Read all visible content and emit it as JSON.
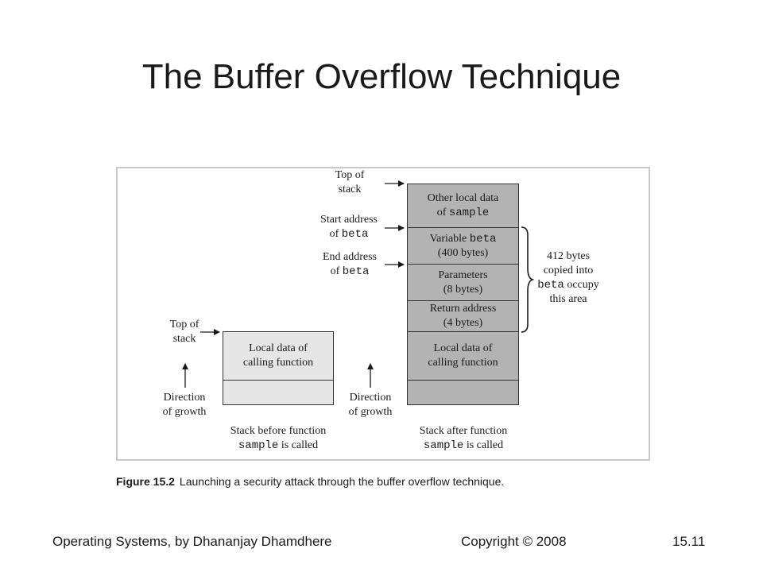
{
  "slide": {
    "title": "The Buffer Overflow Technique"
  },
  "figure": {
    "before": {
      "top_of_stack": [
        "Top of",
        "stack"
      ],
      "cells": [
        {
          "lines": [
            "Local data of",
            "calling function"
          ]
        },
        {
          "lines": [
            ""
          ]
        }
      ],
      "direction": [
        "Direction",
        "of growth"
      ],
      "caption_line1": "Stack before function",
      "caption_mono": "sample",
      "caption_rest": " is called"
    },
    "after": {
      "top_of_stack": [
        "Top of",
        "stack"
      ],
      "start_address": {
        "line1": "Start address",
        "prefix": "of ",
        "mono": "beta"
      },
      "end_address": {
        "line1": "End address",
        "prefix": "of ",
        "mono": "beta"
      },
      "cells": [
        {
          "line1": "Other local data",
          "line2_prefix": "of ",
          "line2_mono": "sample"
        },
        {
          "line1_prefix": "Variable ",
          "line1_mono": "beta",
          "line2": "(400 bytes)"
        },
        {
          "line1": "Parameters",
          "line2": "(8 bytes)"
        },
        {
          "line1": "Return address",
          "line2": "(4 bytes)"
        },
        {
          "line1": "Local data of",
          "line2": "calling function"
        },
        {
          "line1": "",
          "line2": ""
        }
      ],
      "brace_note": {
        "line1": "412 bytes",
        "line2": "copied into",
        "line3_mono": "beta",
        "line3_rest": " occupy",
        "line4": "this area"
      },
      "direction": [
        "Direction",
        "of growth"
      ],
      "caption_line1": "Stack after function",
      "caption_mono": "sample",
      "caption_rest": " is called"
    },
    "caption": {
      "label": "Figure 15.2",
      "text": "Launching a security attack through the buffer overflow technique."
    }
  },
  "footer": {
    "left": "Operating Systems, by Dhananjay Dhamdhere",
    "center": "Copyright © 2008",
    "right": "15.11"
  }
}
